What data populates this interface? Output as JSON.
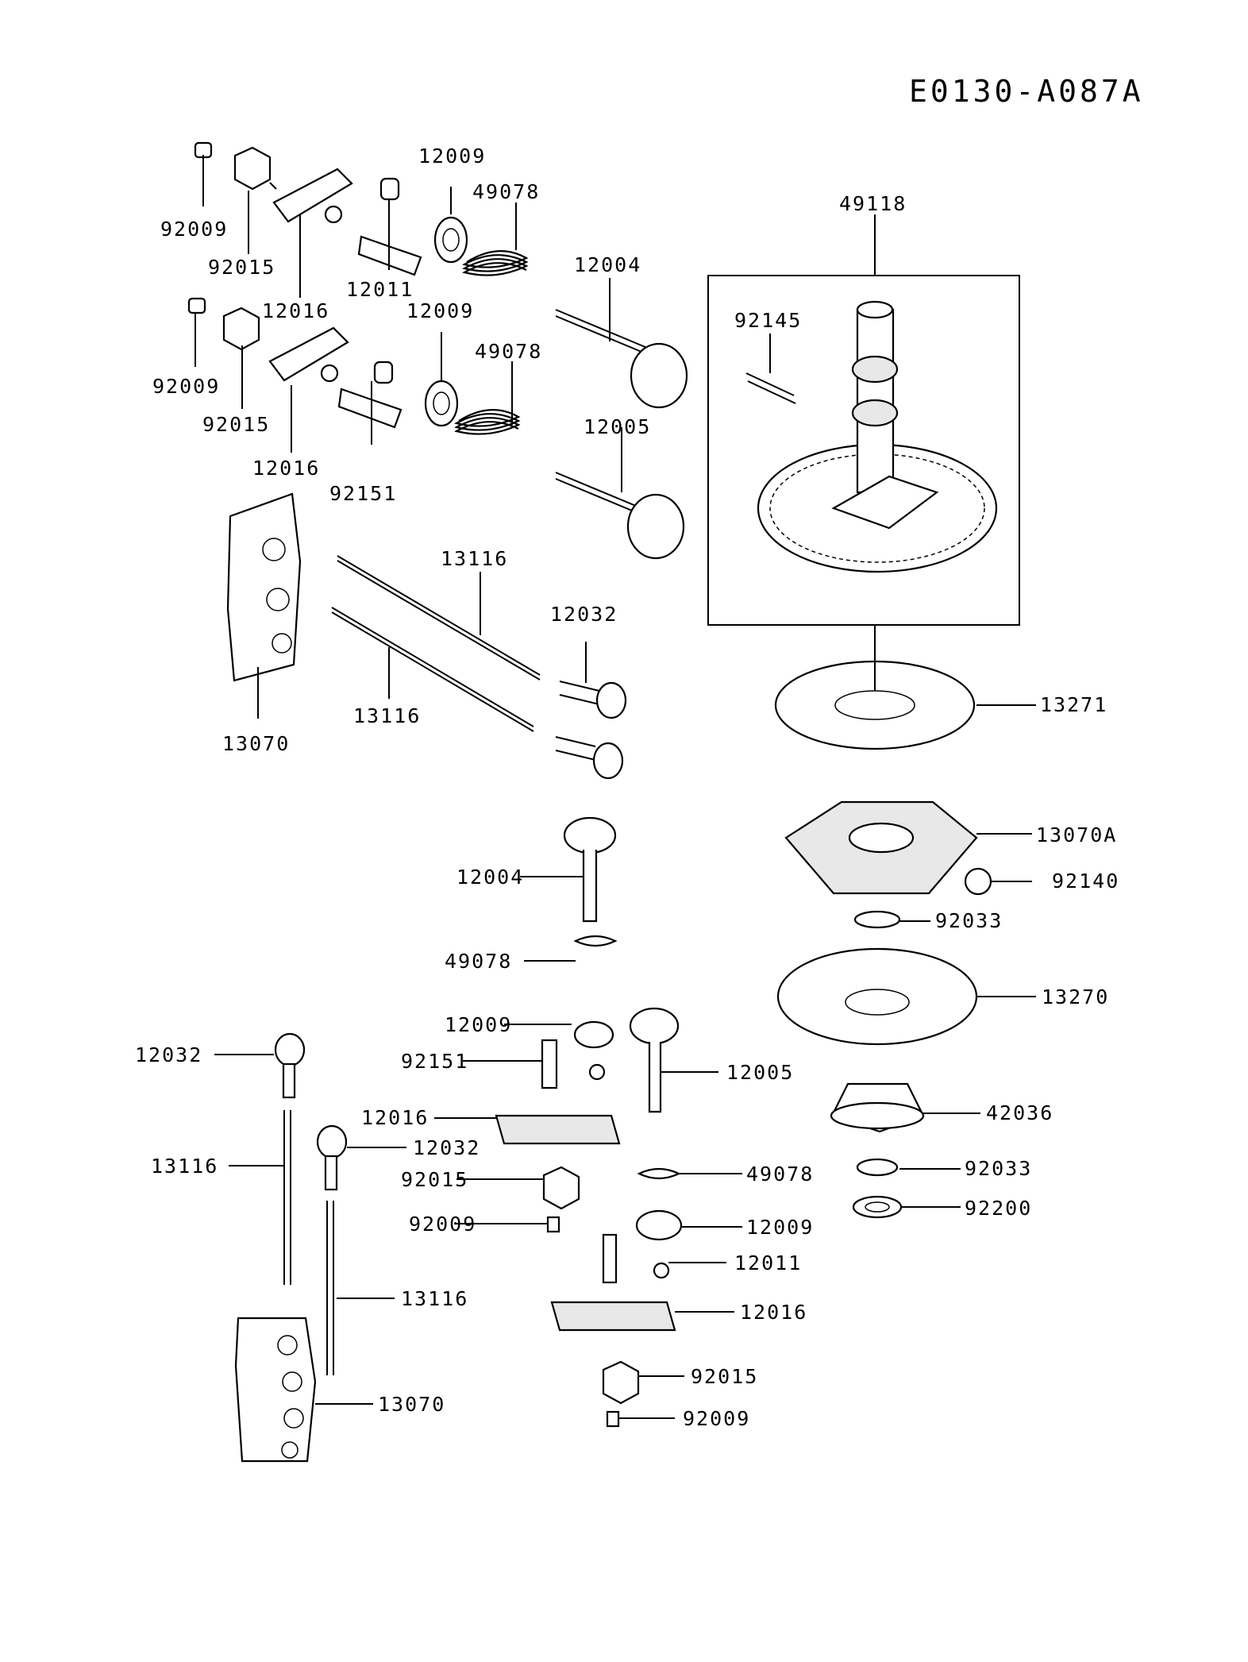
{
  "diagram_code": "E0130-A087A",
  "part_numbers": [
    "92009",
    "92015",
    "12016",
    "12011",
    "12009",
    "49078",
    "12004",
    "92009",
    "92015",
    "12016",
    "92151",
    "12009",
    "49078",
    "12005",
    "49118",
    "92145",
    "13070",
    "13116",
    "12032",
    "13116",
    "13271",
    "13070A",
    "92140",
    "92033",
    "13270",
    "42036",
    "92033",
    "92200",
    "12004",
    "49078",
    "12009",
    "92151",
    "12032",
    "12016",
    "12005",
    "13116",
    "12032",
    "92015",
    "92009",
    "49078",
    "12009",
    "12011",
    "12016",
    "13116",
    "92015",
    "13070",
    "92009"
  ]
}
